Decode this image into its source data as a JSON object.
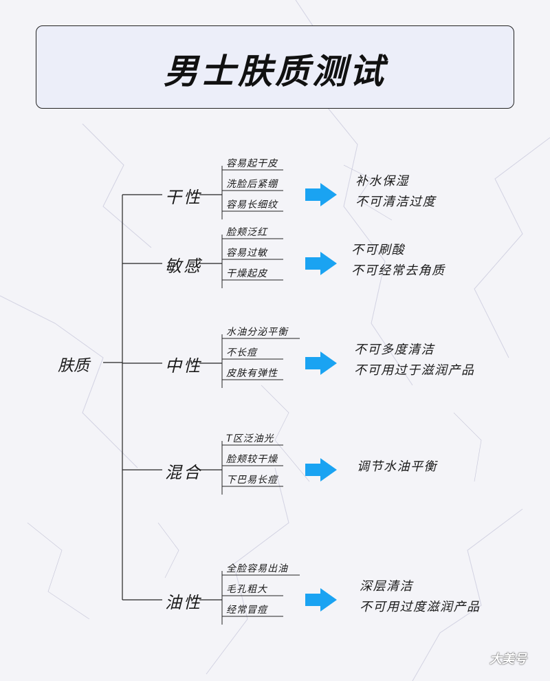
{
  "title": "男士肤质测试",
  "root": "肤质",
  "categories": [
    {
      "name": "干性",
      "traits": [
        "容易起干皮",
        "洗脸后紧绷",
        "容易长细纹"
      ],
      "advice": [
        "补水保湿",
        "不可清洁过度"
      ]
    },
    {
      "name": "敏感",
      "traits": [
        "脸颊泛红",
        "容易过敏",
        "干燥起皮"
      ],
      "advice": [
        "不可刷酸",
        "不可经常去角质"
      ]
    },
    {
      "name": "中性",
      "traits": [
        "水油分泌平衡",
        "不长痘",
        "皮肤有弹性"
      ],
      "advice": [
        "不可多度清洁",
        "不可用过于滋润产品"
      ]
    },
    {
      "name": "混合",
      "traits": [
        "T区泛油光",
        "脸颊较干燥",
        "下巴易长痘"
      ],
      "advice": [
        "调节水油平衡"
      ]
    },
    {
      "name": "油性",
      "traits": [
        "全脸容易出油",
        "毛孔粗大",
        "经常冒痘"
      ],
      "advice": [
        "深层清洁",
        "不可用过度滋润产品"
      ]
    }
  ],
  "watermark": "大美号",
  "colors": {
    "arrow": "#1aa3f2",
    "line": "#222222",
    "title_bg": "#eceef9"
  }
}
